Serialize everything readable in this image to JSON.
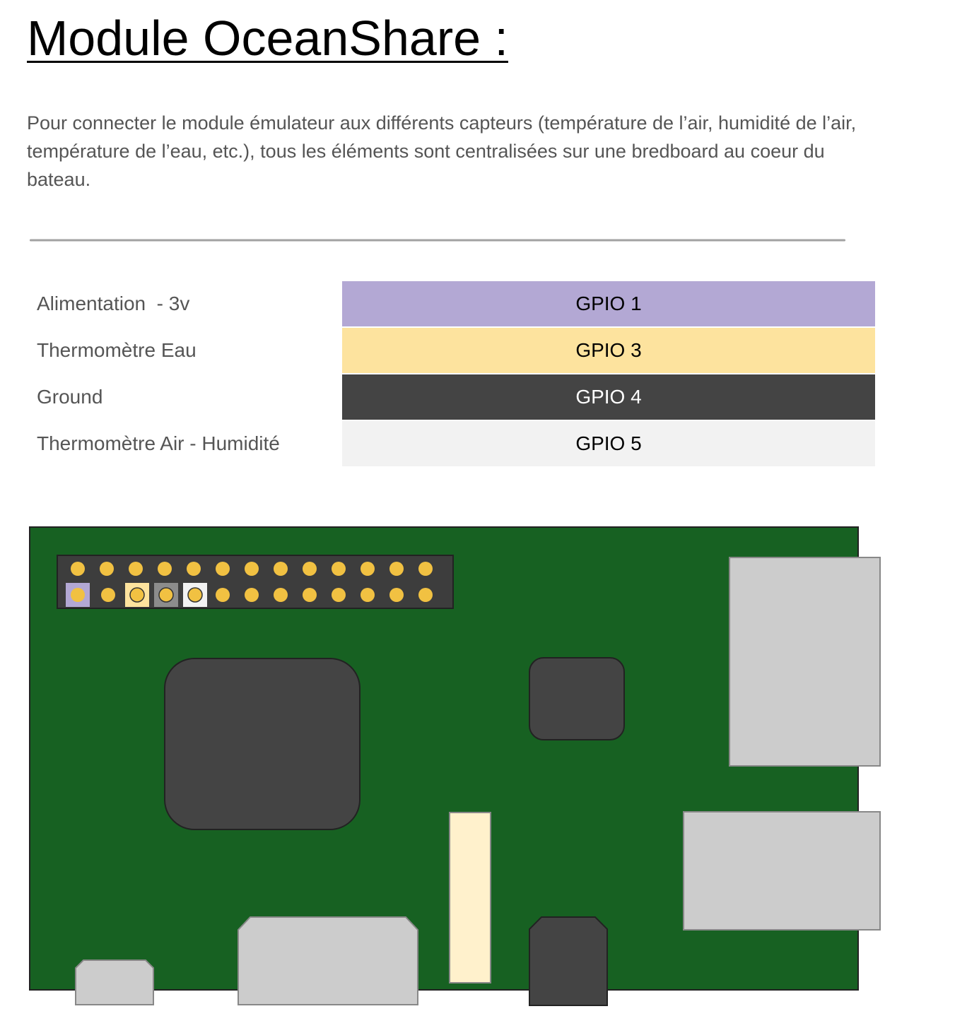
{
  "page": {
    "title": "Module OceanShare :",
    "intro": "Pour connecter le module émulateur aux différents capteurs (température de l’air, humidité de l’air, température de l’eau, etc.), tous les éléments sont centralisées sur une bredboard au coeur du bateau."
  },
  "mapping": [
    {
      "label": "Alimentation  - 3v",
      "pin": "GPIO 1",
      "color": "#b3a8d4",
      "text_color": "#000000"
    },
    {
      "label": "Thermomètre Eau",
      "pin": "GPIO 3",
      "color": "#fde39e",
      "text_color": "#000000"
    },
    {
      "label": "Ground",
      "pin": "GPIO 4",
      "color": "#444444",
      "text_color": "#ffffff"
    },
    {
      "label": "Thermomètre Air - Humidité",
      "pin": "GPIO 5",
      "color": "#f2f2f2",
      "text_color": "#000000"
    }
  ],
  "diagram": {
    "board_color": "#176122",
    "pin_color": "#f1c142",
    "header_color": "#3d3d3d",
    "chip_color": "#444444",
    "port_color": "#cccccc",
    "ribbon_color": "#fff1cc",
    "highlighted_pins": [
      {
        "column": 1,
        "color": "#b3a8d4"
      },
      {
        "column": 3,
        "color": "#fde39e"
      },
      {
        "column": 4,
        "color": "#8c8c8c"
      },
      {
        "column": 5,
        "color": "#f2f2f2"
      }
    ]
  }
}
